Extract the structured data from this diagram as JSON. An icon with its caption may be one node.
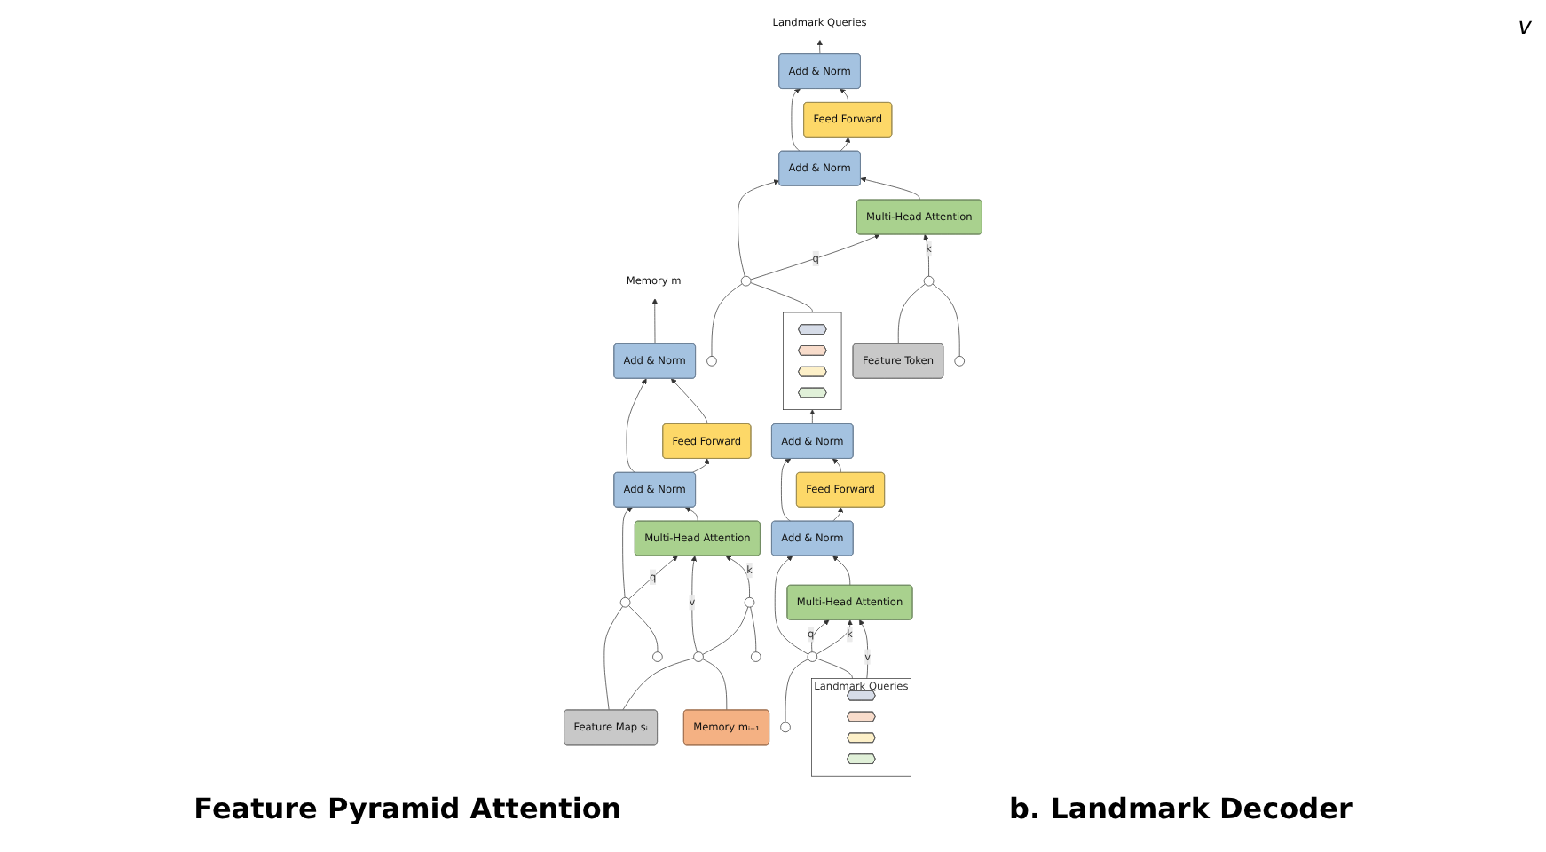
{
  "diagram": {
    "nodes": [
      {
        "text": [
          "Feature Map sᵢ"
        ]
      },
      {
        "text": [
          "Memory mᵢ₋₁"
        ]
      },
      {
        "text": [],
        "shape": "circle"
      },
      {
        "text": [],
        "shape": "circle"
      },
      {
        "text": [],
        "shape": "circle"
      },
      {
        "text": [],
        "shape": "circle"
      },
      {
        "text": [],
        "shape": "circle"
      },
      {
        "text": [
          "Multi-Head Attention"
        ]
      },
      {
        "text": [
          "Add & Norm"
        ]
      },
      {
        "text": [
          "Feed Forward"
        ]
      },
      {
        "text": [
          "Add & Norm"
        ]
      },
      {
        "text": [
          "Memory mᵢ"
        ]
      },
      {
        "text": [
          "Landmark Queries"
        ]
      },
      {
        "text": [],
        "shape": "hexagon",
        "in": 12
      },
      {
        "text": [],
        "shape": "hexagon",
        "in": 12
      },
      {
        "text": [],
        "shape": "hexagon",
        "in": 12
      },
      {
        "text": [],
        "shape": "hexagon",
        "in": 12
      },
      {
        "text": [],
        "shape": "circle"
      },
      {
        "text": [],
        "shape": "circle"
      },
      {
        "text": [
          "Multi-Head Attention"
        ]
      },
      {
        "text": [
          "Add & Norm"
        ]
      },
      {
        "text": [
          "Feed Forward"
        ]
      },
      {
        "text": [
          "Add & Norm"
        ]
      },
      {
        "text": [],
        "shape": "box"
      },
      {
        "text": [],
        "shape": "hexagon",
        "in": 23
      },
      {
        "text": [],
        "shape": "hexagon",
        "in": 23
      },
      {
        "text": [],
        "shape": "hexagon",
        "in": 23
      },
      {
        "text": [],
        "shape": "hexagon",
        "in": 23
      },
      {
        "text": [],
        "shape": "circle"
      },
      {
        "text": [],
        "shape": "circle"
      },
      {
        "text": [],
        "shape": "circle"
      },
      {
        "text": [],
        "shape": "circle"
      },
      {
        "text": [
          "Feature Token"
        ]
      },
      {
        "text": [
          "Multi-Head Attention"
        ]
      },
      {
        "text": [
          "Add & Norm"
        ]
      },
      {
        "text": [
          "Feed Forward"
        ]
      },
      {
        "text": [
          "Add & Norm"
        ]
      },
      {
        "text": [
          "Landmark Queries"
        ]
      }
    ],
    "edges": [
      {
        "from": 0,
        "to": 3,
        "arrow": "none"
      },
      {
        "from": 5,
        "to": 3,
        "arrow": "none"
      },
      {
        "from": 3,
        "to": 7,
        "arrow": "to",
        "label": "q"
      },
      {
        "from": 3,
        "to": 8,
        "arrow": "to"
      },
      {
        "from": 0,
        "to": 2,
        "arrow": "none"
      },
      {
        "from": 1,
        "to": 2,
        "arrow": "none"
      },
      {
        "from": 2,
        "to": 4,
        "arrow": "none"
      },
      {
        "from": 6,
        "to": 4,
        "arrow": "none"
      },
      {
        "from": 2,
        "to": 7,
        "arrow": "to",
        "label": "v"
      },
      {
        "from": 4,
        "to": 7,
        "arrow": "to",
        "label": "k"
      },
      {
        "from": 7,
        "to": 8,
        "arrow": "to"
      },
      {
        "from": 8,
        "to": 9,
        "arrow": "to"
      },
      {
        "from": 8,
        "to": 10,
        "arrow": "to"
      },
      {
        "from": 9,
        "to": 10,
        "arrow": "to"
      },
      {
        "from": 10,
        "to": 11,
        "arrow": "to"
      },
      {
        "from": 12,
        "to": 18,
        "arrow": "none"
      },
      {
        "from": 17,
        "to": 18,
        "arrow": "none"
      },
      {
        "from": 18,
        "to": 19,
        "arrow": "to",
        "label": "q"
      },
      {
        "from": 18,
        "to": 19,
        "arrow": "to",
        "label": "k"
      },
      {
        "from": 12,
        "to": 19,
        "arrow": "to",
        "label": "v"
      },
      {
        "from": 18,
        "to": 20,
        "arrow": "to"
      },
      {
        "from": 19,
        "to": 20,
        "arrow": "to"
      },
      {
        "from": 20,
        "to": 21,
        "arrow": "to"
      },
      {
        "from": 20,
        "to": 22,
        "arrow": "to"
      },
      {
        "from": 21,
        "to": 22,
        "arrow": "to"
      },
      {
        "from": 22,
        "to": 23,
        "arrow": "to"
      },
      {
        "from": 23,
        "to": 29,
        "arrow": "none"
      },
      {
        "from": 28,
        "to": 29,
        "arrow": "none"
      },
      {
        "from": 29,
        "to": 33,
        "arrow": "to",
        "label": "q"
      },
      {
        "from": 29,
        "to": 34,
        "arrow": "to"
      },
      {
        "from": 32,
        "to": 30,
        "arrow": "none"
      },
      {
        "from": 31,
        "to": 30,
        "arrow": "none"
      },
      {
        "from": 30,
        "to": 33,
        "arrow": "to",
        "label": "k"
      },
      {
        "from": 33,
        "to": 34,
        "arrow": "to"
      },
      {
        "from": 34,
        "to": 35,
        "arrow": "to"
      },
      {
        "from": 34,
        "to": 36,
        "arrow": "to"
      },
      {
        "from": 35,
        "to": 36,
        "arrow": "to"
      },
      {
        "from": 36,
        "to": 37,
        "arrow": "to"
      }
    ],
    "labels": [
      "v",
      "Feature Pyramid Attention",
      "b. Landmark Decoder"
    ]
  }
}
